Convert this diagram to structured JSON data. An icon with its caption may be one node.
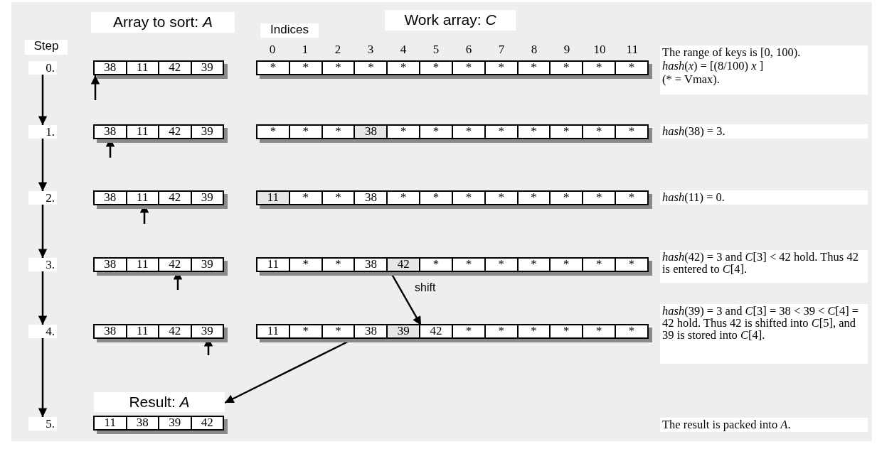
{
  "diagram": {
    "nodes": [
      {
        "text": [
          "0."
        ]
      },
      {
        "text": [],
        "shape": "box"
      },
      {
        "text": [
          "38"
        ],
        "in": 1
      },
      {
        "text": [
          "11"
        ],
        "in": 1
      },
      {
        "text": [
          "42"
        ],
        "in": 1
      },
      {
        "text": [
          "39"
        ],
        "in": 1
      },
      {
        "text": [],
        "shape": "box"
      },
      {
        "text": [
          "*"
        ],
        "in": 6
      },
      {
        "text": [
          "*"
        ],
        "in": 6
      },
      {
        "text": [
          "*"
        ],
        "in": 6
      },
      {
        "text": [
          "*"
        ],
        "in": 6
      },
      {
        "text": [
          "*"
        ],
        "in": 6
      },
      {
        "text": [
          "*"
        ],
        "in": 6
      },
      {
        "text": [
          "*"
        ],
        "in": 6
      },
      {
        "text": [
          "*"
        ],
        "in": 6
      },
      {
        "text": [
          "*"
        ],
        "in": 6
      },
      {
        "text": [
          "*"
        ],
        "in": 6
      },
      {
        "text": [
          "*"
        ],
        "in": 6
      },
      {
        "text": [
          "*"
        ],
        "in": 6
      },
      {
        "text": [
          "1."
        ]
      },
      {
        "text": [],
        "shape": "box"
      },
      {
        "text": [
          "38"
        ],
        "in": 20
      },
      {
        "text": [
          "11"
        ],
        "in": 20
      },
      {
        "text": [
          "42"
        ],
        "in": 20
      },
      {
        "text": [
          "39"
        ],
        "in": 20
      },
      {
        "text": [],
        "shape": "box"
      },
      {
        "text": [
          "*"
        ],
        "in": 25
      },
      {
        "text": [
          "*"
        ],
        "in": 25
      },
      {
        "text": [
          "*"
        ],
        "in": 25
      },
      {
        "text": [
          "38"
        ],
        "in": 25
      },
      {
        "text": [
          "*"
        ],
        "in": 25
      },
      {
        "text": [
          "*"
        ],
        "in": 25
      },
      {
        "text": [
          "*"
        ],
        "in": 25
      },
      {
        "text": [
          "*"
        ],
        "in": 25
      },
      {
        "text": [
          "*"
        ],
        "in": 25
      },
      {
        "text": [
          "*"
        ],
        "in": 25
      },
      {
        "text": [
          "*"
        ],
        "in": 25
      },
      {
        "text": [
          "*"
        ],
        "in": 25
      },
      {
        "text": [
          "2."
        ]
      },
      {
        "text": [],
        "shape": "box"
      },
      {
        "text": [
          "38"
        ],
        "in": 39
      },
      {
        "text": [
          "11"
        ],
        "in": 39
      },
      {
        "text": [
          "42"
        ],
        "in": 39
      },
      {
        "text": [
          "39"
        ],
        "in": 39
      },
      {
        "text": [],
        "shape": "box"
      },
      {
        "text": [
          "11"
        ],
        "in": 44
      },
      {
        "text": [
          "*"
        ],
        "in": 44
      },
      {
        "text": [
          "*"
        ],
        "in": 44
      },
      {
        "text": [
          "38"
        ],
        "in": 44
      },
      {
        "text": [
          "*"
        ],
        "in": 44
      },
      {
        "text": [
          "*"
        ],
        "in": 44
      },
      {
        "text": [
          "*"
        ],
        "in": 44
      },
      {
        "text": [
          "*"
        ],
        "in": 44
      },
      {
        "text": [
          "*"
        ],
        "in": 44
      },
      {
        "text": [
          "*"
        ],
        "in": 44
      },
      {
        "text": [
          "*"
        ],
        "in": 44
      },
      {
        "text": [
          "*"
        ],
        "in": 44
      },
      {
        "text": [
          "3."
        ]
      },
      {
        "text": [],
        "shape": "box"
      },
      {
        "text": [
          "38"
        ],
        "in": 58
      },
      {
        "text": [
          "11"
        ],
        "in": 58
      },
      {
        "text": [
          "42"
        ],
        "in": 58
      },
      {
        "text": [
          "39"
        ],
        "in": 58
      },
      {
        "text": [],
        "shape": "box"
      },
      {
        "text": [
          "11"
        ],
        "in": 63
      },
      {
        "text": [
          "*"
        ],
        "in": 63
      },
      {
        "text": [
          "*"
        ],
        "in": 63
      },
      {
        "text": [
          "38"
        ],
        "in": 63
      },
      {
        "text": [
          "42"
        ],
        "in": 63
      },
      {
        "text": [
          "*"
        ],
        "in": 63
      },
      {
        "text": [
          "*"
        ],
        "in": 63
      },
      {
        "text": [
          "*"
        ],
        "in": 63
      },
      {
        "text": [
          "*"
        ],
        "in": 63
      },
      {
        "text": [
          "*"
        ],
        "in": 63
      },
      {
        "text": [
          "*"
        ],
        "in": 63
      },
      {
        "text": [
          "*"
        ],
        "in": 63
      },
      {
        "text": [
          "4."
        ]
      },
      {
        "text": [],
        "shape": "box"
      },
      {
        "text": [
          "38"
        ],
        "in": 77
      },
      {
        "text": [
          "11"
        ],
        "in": 77
      },
      {
        "text": [
          "42"
        ],
        "in": 77
      },
      {
        "text": [
          "39"
        ],
        "in": 77
      },
      {
        "text": [],
        "shape": "box"
      },
      {
        "text": [
          "11"
        ],
        "in": 82
      },
      {
        "text": [
          "*"
        ],
        "in": 82
      },
      {
        "text": [
          "*"
        ],
        "in": 82
      },
      {
        "text": [
          "38"
        ],
        "in": 82
      },
      {
        "text": [
          "39"
        ],
        "in": 82
      },
      {
        "text": [
          "42"
        ],
        "in": 82
      },
      {
        "text": [
          "*"
        ],
        "in": 82
      },
      {
        "text": [
          "*"
        ],
        "in": 82
      },
      {
        "text": [
          "*"
        ],
        "in": 82
      },
      {
        "text": [
          "*"
        ],
        "in": 82
      },
      {
        "text": [
          "*"
        ],
        "in": 82
      },
      {
        "text": [
          "*"
        ],
        "in": 82
      },
      {
        "text": [
          "5."
        ]
      },
      {
        "text": [
          "Result: *A*"
        ]
      },
      {
        "text": [],
        "shape": "box"
      },
      {
        "text": [
          "11"
        ],
        "in": 97
      },
      {
        "text": [
          "38"
        ],
        "in": 97
      },
      {
        "text": [
          "39"
        ],
        "in": 97
      },
      {
        "text": [
          "42"
        ],
        "in": 97
      },
      {
        "text": [
          "Array to sort: *A*"
        ]
      },
      {
        "text": [
          "Work array: *C*"
        ]
      }
    ],
    "edges": [
      {
        "from": 0,
        "to": 19,
        "arrow": "to"
      },
      {
        "from": 19,
        "to": 38,
        "arrow": "to"
      },
      {
        "from": 38,
        "to": 57,
        "arrow": "to"
      },
      {
        "from": 57,
        "to": 76,
        "arrow": "to"
      },
      {
        "from": 76,
        "to": 95,
        "arrow": "to"
      },
      {
        "from": null,
        "to": 1,
        "arrow": "to"
      },
      {
        "from": null,
        "to": 21,
        "arrow": "to"
      },
      {
        "from": null,
        "to": 41,
        "arrow": "to"
      },
      {
        "from": null,
        "to": 61,
        "arrow": "to"
      },
      {
        "from": null,
        "to": 81,
        "arrow": "to"
      },
      {
        "from": 68,
        "to": 88,
        "arrow": "to",
        "label": "shift"
      },
      {
        "from": 82,
        "to": 96,
        "arrow": "to"
      }
    ],
    "labels": [
      "Indices",
      "Step",
      "0",
      "1",
      "2",
      "3",
      "4",
      "5",
      "6",
      "7",
      "8",
      "9",
      "10",
      "11",
      "The range of keys is [0, 100).",
      "*hash*(*x*) = [(8/100) *x* ]",
      "(* = Vmax).",
      "*hash*(38) = 3.",
      "*hash*(11) = 0.",
      "*hash*(42) = 3 and *C*[3] < 42 hold. Thus 42 is entered to *C*[4].",
      "*hash*(39) = 3 and *C*[3] = 38 < 39 < *C*[4] = 42 hold. Thus 42 is shifted into *C*[5], and 39 is stored into *C*[4].",
      "The result is packed into *A*."
    ]
  }
}
